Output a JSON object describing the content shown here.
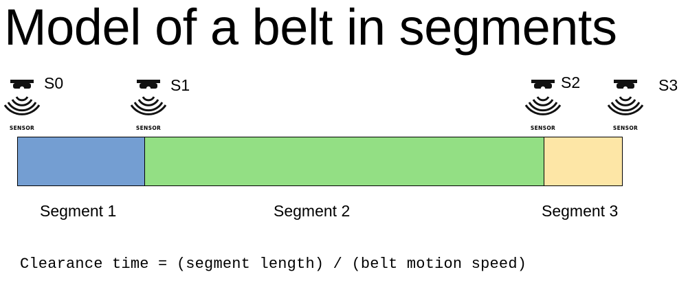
{
  "title": "Model of a belt in segments",
  "sensors": [
    {
      "label": "S0",
      "caption": "SENSOR"
    },
    {
      "label": "S1",
      "caption": "SENSOR"
    },
    {
      "label": "S2",
      "caption": "SENSOR"
    },
    {
      "label": "S3",
      "caption": "SENSOR"
    }
  ],
  "segments": [
    {
      "label": "Segment 1",
      "color": "#749ed2"
    },
    {
      "label": "Segment 2",
      "color": "#93df84"
    },
    {
      "label": "Segment 3",
      "color": "#fde6a6"
    }
  ],
  "formula": "Clearance time = (segment length) / (belt motion speed)"
}
